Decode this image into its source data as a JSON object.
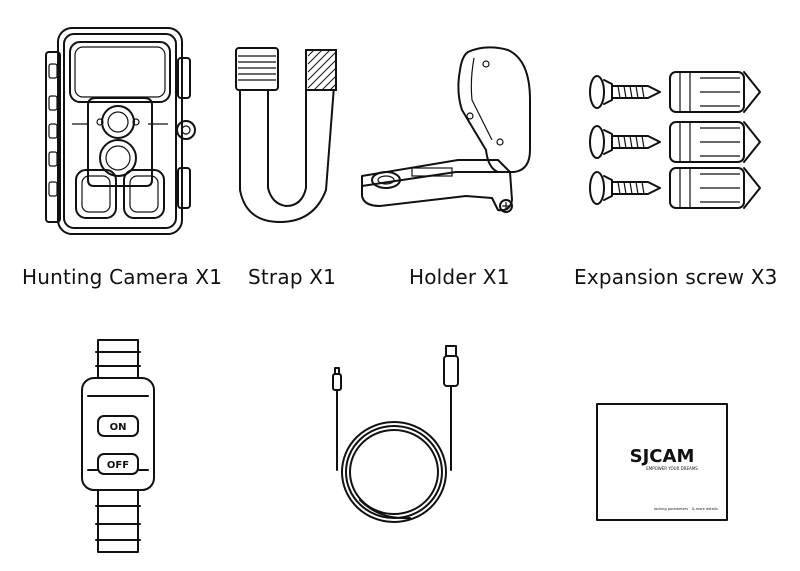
{
  "items": [
    {
      "caption": "Hunting Camera X1"
    },
    {
      "caption": "Strap X1"
    },
    {
      "caption": "Holder X1"
    },
    {
      "caption": "Expansion screw X3"
    }
  ],
  "remote": {
    "on_label": "ON",
    "off_label": "OFF"
  },
  "manual": {
    "brand": "SJCAM",
    "slogan": "EMPOWER YOUR DREAMS",
    "footer_left": "rocking parameters",
    "footer_right": "& more details"
  }
}
